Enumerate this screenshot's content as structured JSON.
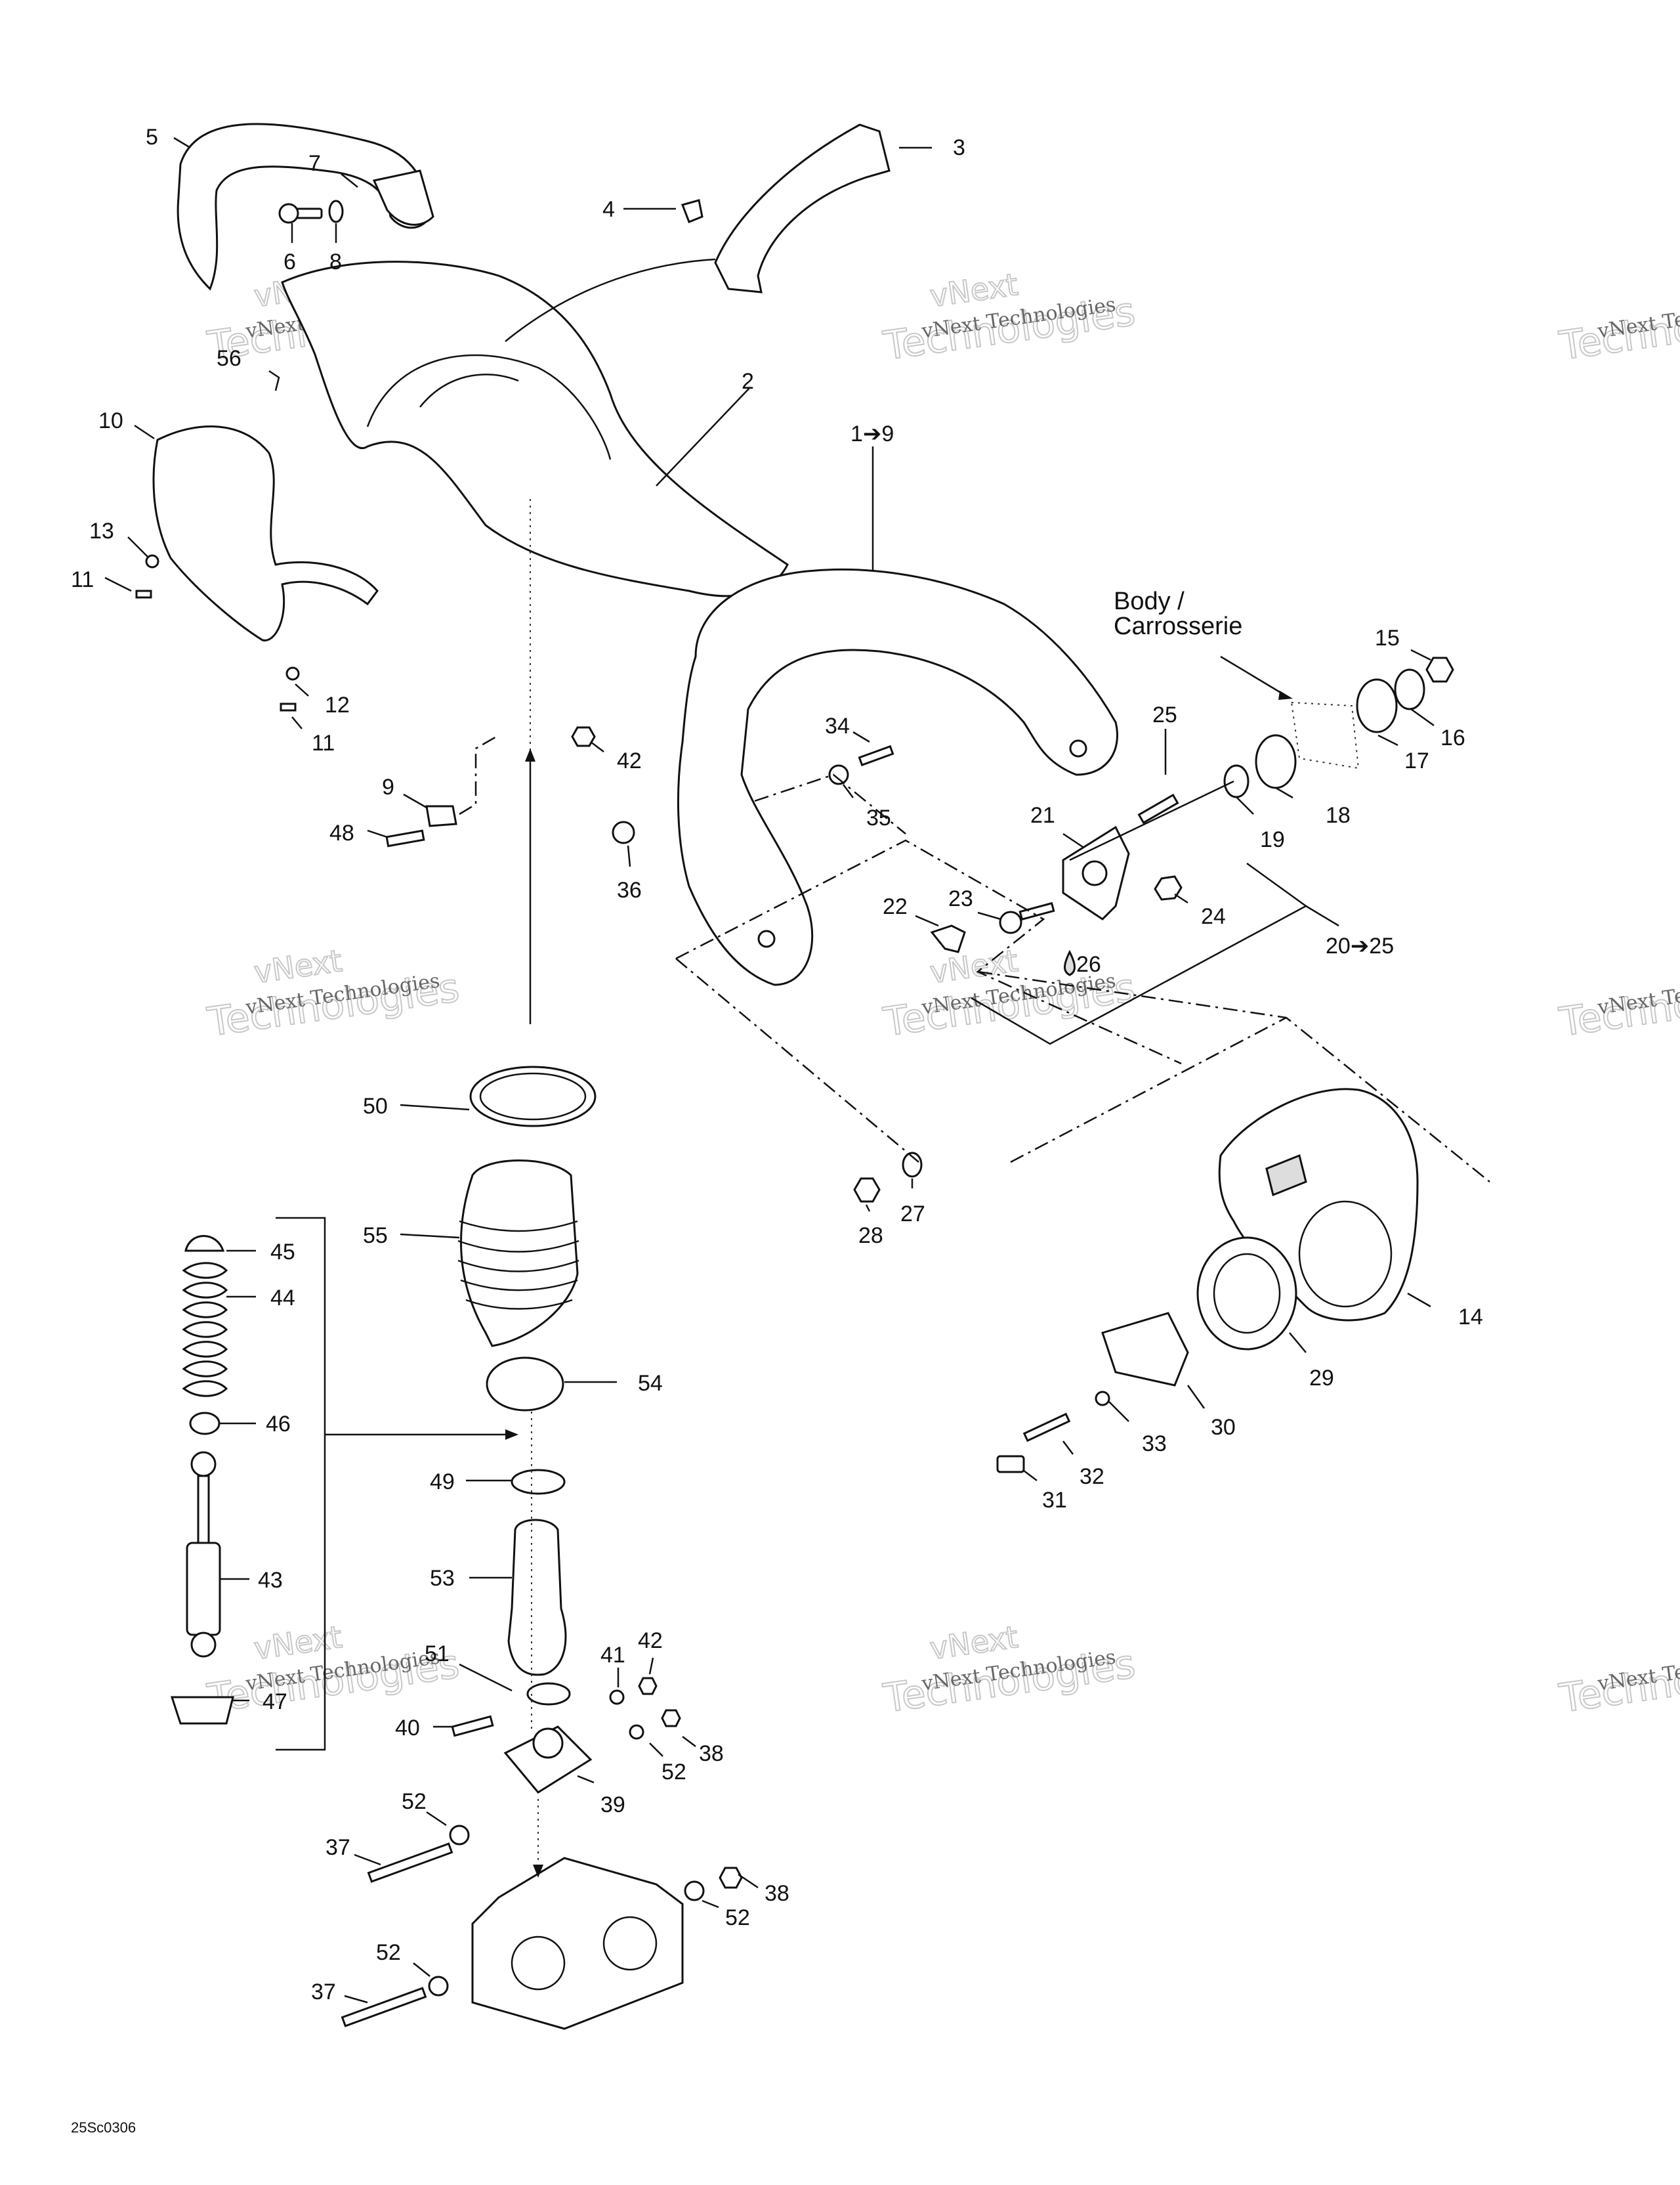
{
  "diagram": {
    "callouts": [
      {
        "id": "c1",
        "text": "5"
      },
      {
        "id": "c2",
        "text": "7"
      },
      {
        "id": "c3",
        "text": "6"
      },
      {
        "id": "c4",
        "text": "8"
      },
      {
        "id": "c5",
        "text": "4"
      },
      {
        "id": "c6",
        "text": "3"
      },
      {
        "id": "c7",
        "text": "56"
      },
      {
        "id": "c8",
        "text": "2"
      },
      {
        "id": "c9",
        "text": "1➔9"
      },
      {
        "id": "c10",
        "text": "10"
      },
      {
        "id": "c11",
        "text": "13"
      },
      {
        "id": "c12",
        "text": "11"
      },
      {
        "id": "c13",
        "text": "12"
      },
      {
        "id": "c14",
        "text": "11"
      },
      {
        "id": "c15",
        "text": "15"
      },
      {
        "id": "c16",
        "text": "16"
      },
      {
        "id": "c17",
        "text": "17"
      },
      {
        "id": "c18",
        "text": "18"
      },
      {
        "id": "c19",
        "text": "19"
      },
      {
        "id": "c20",
        "text": "25"
      },
      {
        "id": "c21",
        "text": "21"
      },
      {
        "id": "c22",
        "text": "24"
      },
      {
        "id": "c23",
        "text": "20➔25"
      },
      {
        "id": "c24",
        "text": "22"
      },
      {
        "id": "c25",
        "text": "23"
      },
      {
        "id": "c26",
        "text": "26"
      },
      {
        "id": "c27",
        "text": "34"
      },
      {
        "id": "c28",
        "text": "35"
      },
      {
        "id": "c29",
        "text": "36"
      },
      {
        "id": "c30",
        "text": "42"
      },
      {
        "id": "c31",
        "text": "9"
      },
      {
        "id": "c32",
        "text": "48"
      },
      {
        "id": "c33",
        "text": "50"
      },
      {
        "id": "c34",
        "text": "55"
      },
      {
        "id": "c35",
        "text": "54"
      },
      {
        "id": "c36",
        "text": "49"
      },
      {
        "id": "c37",
        "text": "53"
      },
      {
        "id": "c38",
        "text": "51"
      },
      {
        "id": "c39",
        "text": "41"
      },
      {
        "id": "c40",
        "text": "42"
      },
      {
        "id": "c41",
        "text": "40"
      },
      {
        "id": "c42",
        "text": "38"
      },
      {
        "id": "c43",
        "text": "52"
      },
      {
        "id": "c44",
        "text": "39"
      },
      {
        "id": "c45",
        "text": "52"
      },
      {
        "id": "c46",
        "text": "37"
      },
      {
        "id": "c47",
        "text": "38"
      },
      {
        "id": "c48",
        "text": "52"
      },
      {
        "id": "c49",
        "text": "52"
      },
      {
        "id": "c50",
        "text": "37"
      },
      {
        "id": "c51",
        "text": "45"
      },
      {
        "id": "c52",
        "text": "44"
      },
      {
        "id": "c53",
        "text": "46"
      },
      {
        "id": "c54",
        "text": "43"
      },
      {
        "id": "c55",
        "text": "47"
      },
      {
        "id": "c56",
        "text": "28"
      },
      {
        "id": "c57",
        "text": "27"
      },
      {
        "id": "c58",
        "text": "14"
      },
      {
        "id": "c59",
        "text": "29"
      },
      {
        "id": "c60",
        "text": "30"
      },
      {
        "id": "c61",
        "text": "33"
      },
      {
        "id": "c62",
        "text": "32"
      },
      {
        "id": "c63",
        "text": "31"
      }
    ],
    "body_label_line1": "Body /",
    "body_label_line2": "Carrosserie",
    "drawing_code": "25Sc0306",
    "watermark_small": "vNext Technologies",
    "watermark_big": "Technologies",
    "watermark_top": "vNext"
  }
}
